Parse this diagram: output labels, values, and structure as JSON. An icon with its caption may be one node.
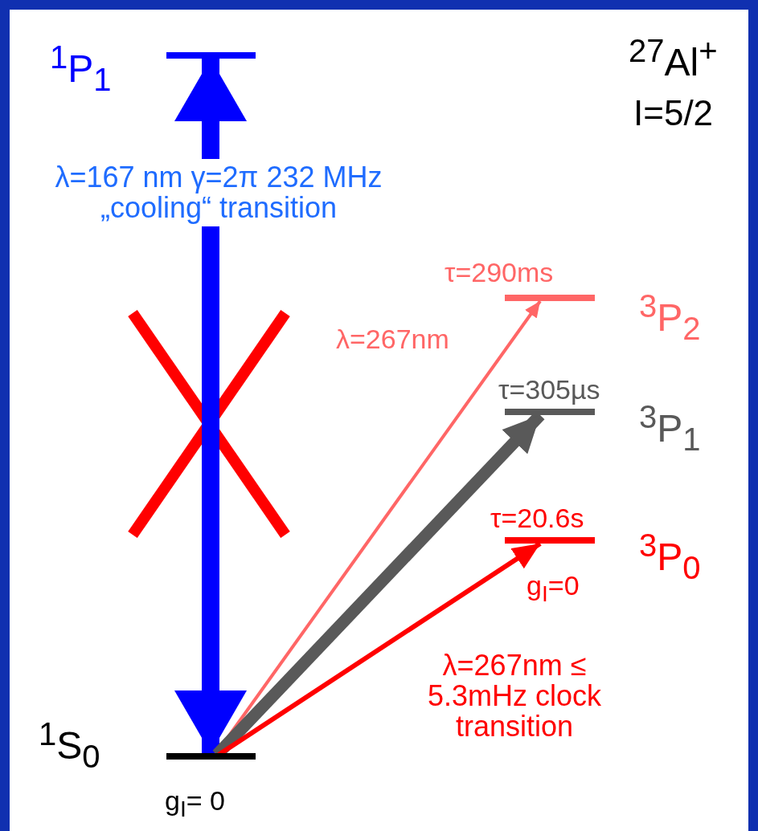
{
  "diagram": {
    "nodes": [
      {
        "text": [],
        "shape": "bar",
        "beside": [
          "$^{1}$P$_{1}$"
        ]
      },
      {
        "text": [],
        "shape": "bar",
        "beside": [
          "τ=290ms",
          "$^{3}$P$_{2}$"
        ]
      },
      {
        "text": [],
        "shape": "bar",
        "beside": [
          "τ=305µs",
          "$^{3}$P$_{1}$"
        ]
      },
      {
        "text": [],
        "shape": "bar",
        "beside": [
          "τ=20.6s",
          "$^{3}$P$_{0}$",
          "g$_{I}$=0"
        ]
      },
      {
        "text": [],
        "shape": "bar",
        "beside": [
          "$^{1}$S$_{0}$",
          "g$_{I}$= 0"
        ]
      }
    ],
    "edges": [
      {
        "from": 4,
        "to": 0,
        "arrow": "both",
        "label": "λ=167 nm γ=2π 232 MHz „cooling“ transition",
        "style": "thick",
        "color": "#0000ff"
      },
      {
        "from": 4,
        "to": 1,
        "arrow": "to",
        "label": "λ=267nm",
        "color": "#ff6666"
      },
      {
        "from": 4,
        "to": 2,
        "arrow": "to",
        "style": "thick",
        "color": "#595959"
      },
      {
        "from": 4,
        "to": 3,
        "arrow": "to",
        "label": "λ=267nm ≤ 5.3mHz clock transition",
        "color": "#ff0000"
      }
    ],
    "labels": [
      "$^{27}$Al$^{+}$",
      "I=5/2"
    ]
  }
}
